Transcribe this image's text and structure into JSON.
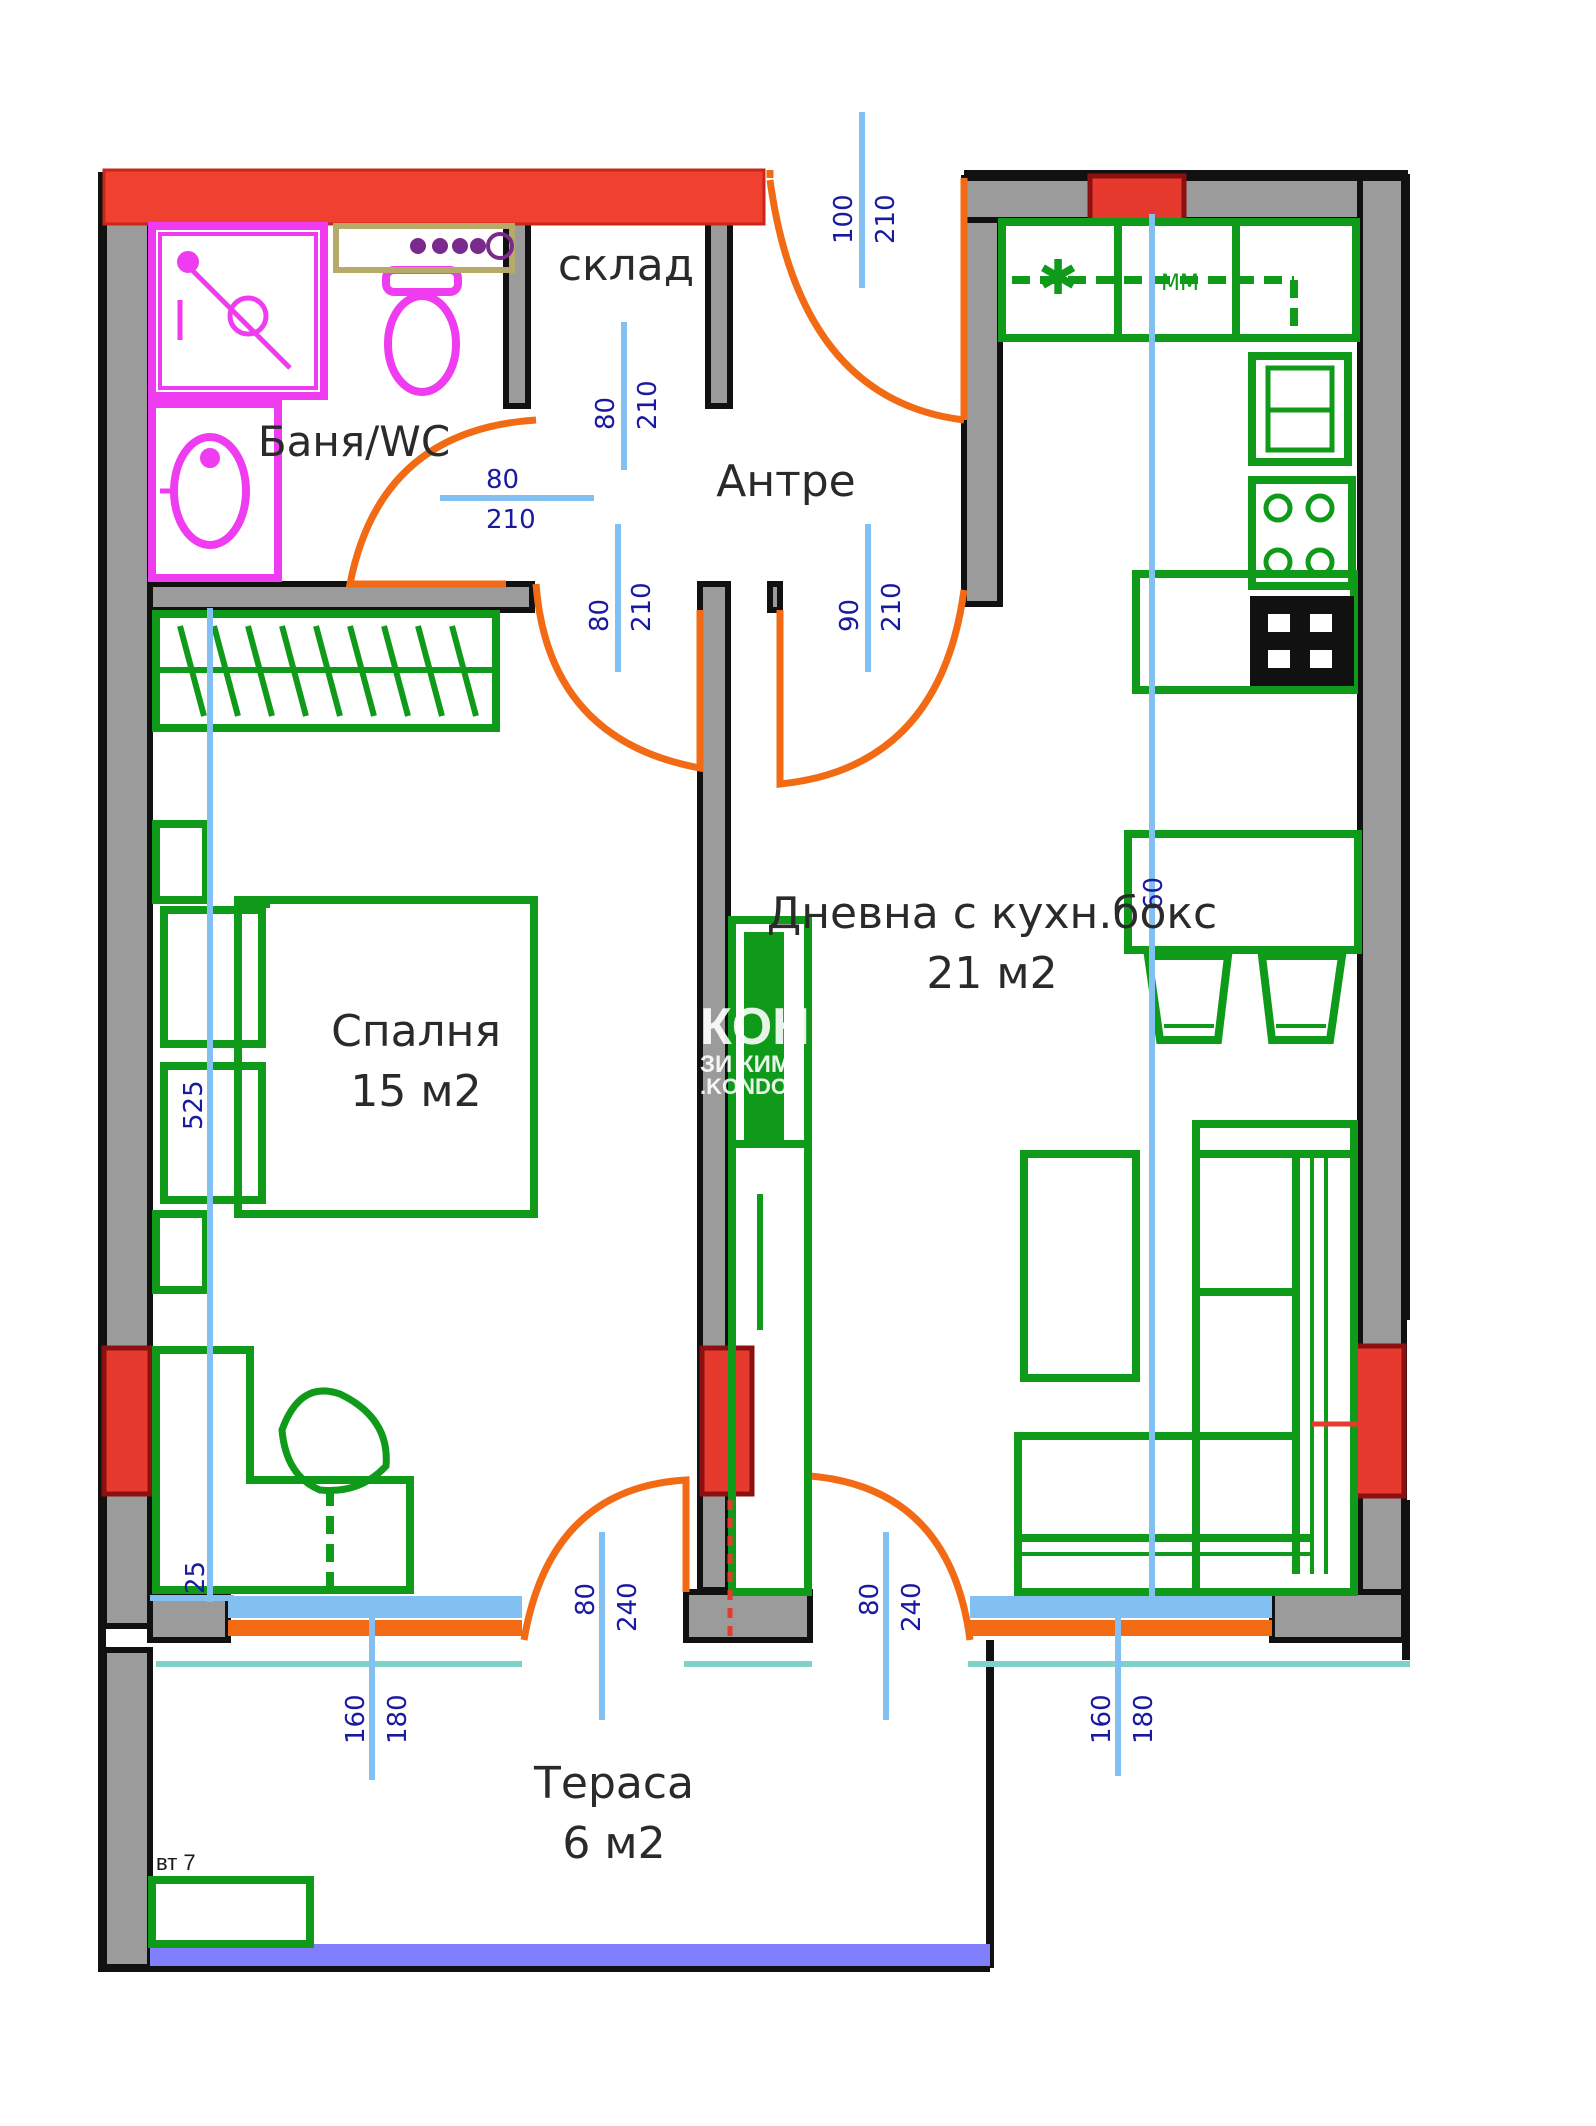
{
  "colors": {
    "wall_fill": "#9b9b9b",
    "wall_stroke": "#111111",
    "door": "#f26b14",
    "dimension_line": "#82c0f2",
    "dimension_text": "#1a1aa0",
    "furniture": "#0f9a1a",
    "bathroom_fixtures": "#f03cf0",
    "column": "#e63a2e",
    "window_glass": "#82c0f2",
    "window_frame": "#f26b14",
    "sill": "#7dd3c8",
    "terrace_edge": "#8080ff",
    "hob": "#111111"
  },
  "rooms": {
    "storage": "склад",
    "bathroom": "Баня/WC",
    "hall": "Антре",
    "living_name": "Дневна с кухн.бокс",
    "living_area": "21 м2",
    "bedroom_name": "Спалня",
    "bedroom_area": "15 м2",
    "terrace_name": "Тераса",
    "terrace_area": "6 м2"
  },
  "dimensions": {
    "entrance_width": "100",
    "entrance_height": "210",
    "storage_door_width": "80",
    "storage_door_height": "210",
    "bath_door_width": "80",
    "bath_door_height": "210",
    "bedroom_door_width": "80",
    "bedroom_door_height": "210",
    "living_door_width": "90",
    "living_door_height": "210",
    "kitchen_depth": "60",
    "bedroom_length": "525",
    "bedroom_corner": "25",
    "bedroom_window_width": "160",
    "bedroom_window_height": "180",
    "terrace_door_left_width": "80",
    "terrace_door_left_height": "240",
    "terrace_door_right_width": "80",
    "terrace_door_right_height": "240",
    "living_window_width": "160",
    "living_window_height": "180"
  },
  "annotations": {
    "floor_note": "вт 7"
  },
  "watermark": {
    "line1": "КОН",
    "line2": "ЗИ КИМ",
    "line3": ".KONDO"
  },
  "icons": {
    "fridge": "asterisk-icon",
    "dishwasher": "mm-icon"
  }
}
